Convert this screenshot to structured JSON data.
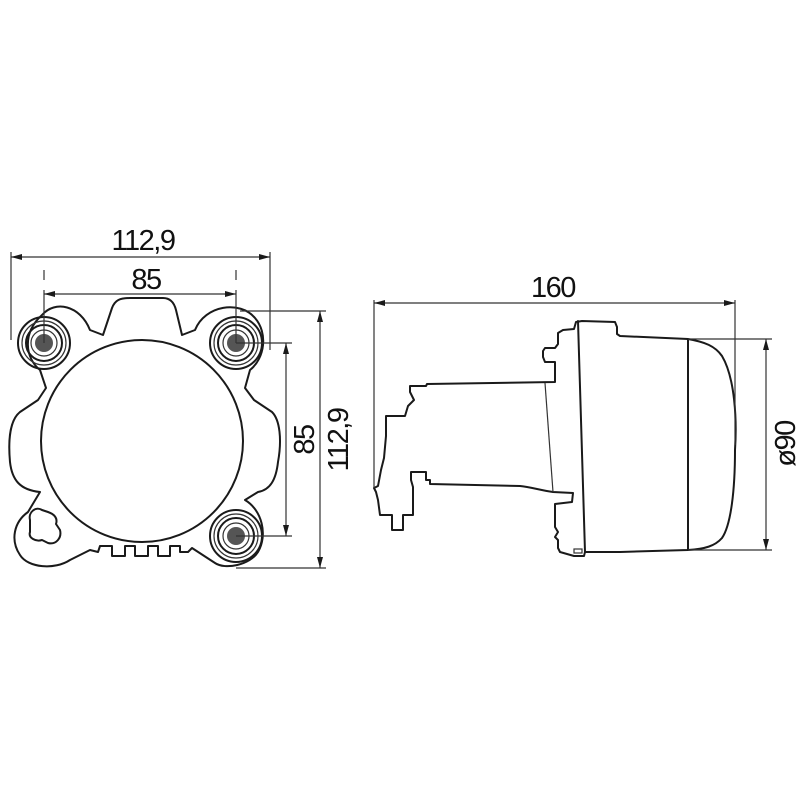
{
  "drawing": {
    "subject": "headlamp dimension drawing",
    "front_view": {
      "overall_width_label": "112,9",
      "mount_hole_spacing_width_label": "85",
      "mount_hole_spacing_height_label": "85",
      "overall_height_label": "112,9"
    },
    "side_view": {
      "overall_depth_label": "160",
      "lens_diameter_label": "ø90"
    },
    "colors": {
      "line": "#1a1a1a",
      "background": "#ffffff"
    }
  }
}
